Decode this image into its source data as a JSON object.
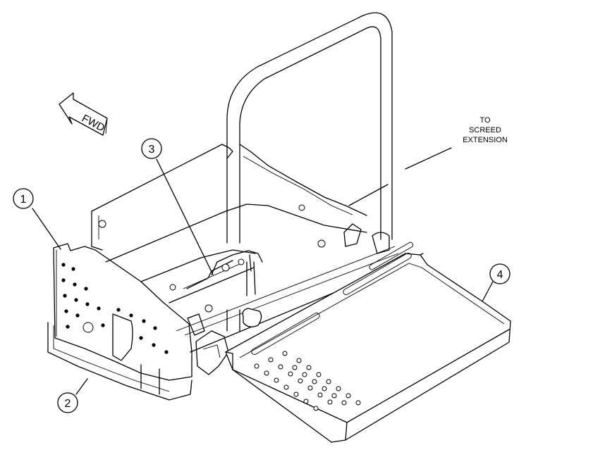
{
  "callouts": [
    {
      "number": "1"
    },
    {
      "number": "2"
    },
    {
      "number": "3"
    },
    {
      "number": "4"
    }
  ],
  "direction_label": "FWD",
  "note": {
    "line1": "TO",
    "line2": "SCREED",
    "line3": "EXTENSION"
  }
}
